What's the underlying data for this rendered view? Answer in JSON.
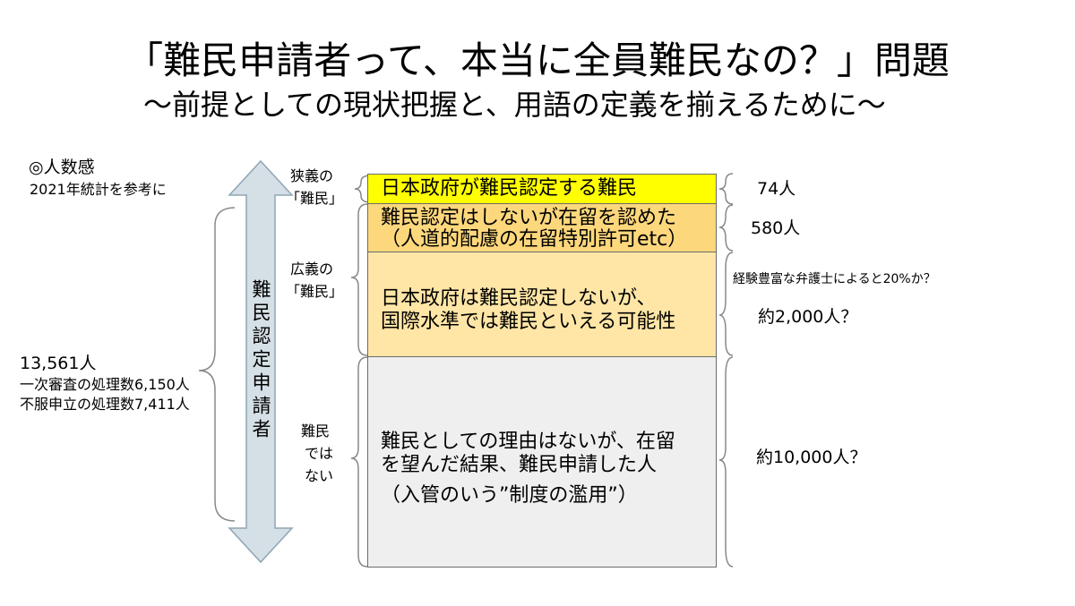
{
  "title": "「難民申請者って、本当に全員難民なの？」問題",
  "subtitle": "～前提としての現状把握と、用語の定義を揃えるために～",
  "sense": {
    "heading": "◎人数感",
    "note": "2021年統計を参考に"
  },
  "applicants": {
    "total": "13,561人",
    "first_instance": "一次審査の処理数6,150人",
    "appeal": "不服申立の処理数7,411人",
    "arrow_label": "難民認定申請者"
  },
  "side_labels": {
    "narrow_line1": "狭義の",
    "narrow_line2": "「難民」",
    "broad_line1": "広義の",
    "broad_line2": "「難民」",
    "not_line1": "難民",
    "not_line2": "では",
    "not_line3": "ない"
  },
  "boxes": [
    {
      "lines": [
        "日本政府が難民認定する難民"
      ],
      "color": "#ffff00"
    },
    {
      "lines": [
        "難民認定はしないが在留を認めた",
        "（人道的配慮の在留特別許可etc）"
      ],
      "color": "#fdd77c"
    },
    {
      "lines": [
        "日本政府は難民認定しないが、",
        "国際水準では難民といえる可能性"
      ],
      "color": "#ffe6a6"
    },
    {
      "lines": [
        "難民としての理由はないが、在留",
        "を望んだ結果、難民申請した人",
        "（入管のいう”制度の濫用”）"
      ],
      "color": "#efefef"
    }
  ],
  "counts": {
    "recognized": "74人",
    "humanitarian": "580人",
    "lawyer_note": "経験豊富な弁護士によると20%か？",
    "international": "約2,000人？",
    "not_refugee": "約10,000人？"
  },
  "colors": {
    "arrow": "#d5dfe6",
    "arrow_stroke": "#8ea5b3",
    "brace": "#888888"
  }
}
